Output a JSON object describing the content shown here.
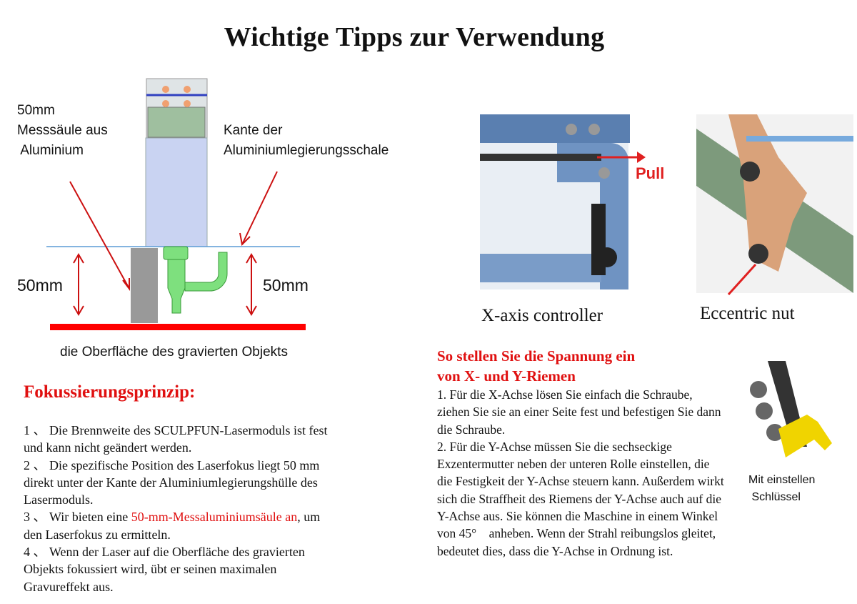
{
  "title": "Wichtige Tipps zur Verwendung",
  "diagram": {
    "label_column": [
      "50mm",
      "Messsäule aus",
      " Aluminium"
    ],
    "label_edge": [
      "Kante der",
      "Aluminiumlegierungsschale"
    ],
    "dim_left": "50mm",
    "dim_right": "50mm",
    "surface_label": "die Oberfläche des gravierten Objekts"
  },
  "focus": {
    "heading": "Fokussierungsprinzip:",
    "items": [
      {
        "prefix": "1 、 Die Brennweite des SCULPFUN-Lasermoduls ist fest und kann nicht geändert werden.",
        "highlight": "",
        "suffix": ""
      },
      {
        "prefix": "2 、 Die spezifische Position des Laserfokus liegt 50 mm direkt unter der Kante der Aluminiumlegierungshülle des Lasermoduls.",
        "highlight": "",
        "suffix": ""
      },
      {
        "prefix": "3 、 Wir bieten eine ",
        "highlight": "50-mm-Messaluminiumsäule an",
        "suffix": ", um den Laserfokus zu ermitteln."
      },
      {
        "prefix": "4 、 Wenn der Laser auf die Oberfläche des gravierten Objekts fokussiert wird, übt er seinen maximalen Gravureffekt aus.",
        "highlight": "",
        "suffix": ""
      }
    ]
  },
  "photos": {
    "pull_label": "Pull",
    "x_axis_caption": "X-axis controller",
    "eccentric_caption": "Eccentric nut",
    "wrench_caption": [
      "Mit einstellen",
      " Schlüssel"
    ]
  },
  "tension": {
    "heading": [
      "So stellen Sie die Spannung ein",
      "von X- und Y-Riemen"
    ],
    "items": [
      "1. Für die X-Achse lösen Sie einfach die Schraube, ziehen Sie sie an einer Seite fest und befestigen Sie dann die Schraube.",
      "2. Für die Y-Achse müssen Sie die sechseckige Exzentermutter neben der unteren Rolle einstellen, die die Festigkeit der Y-Achse steuern kann. Außerdem wirkt sich die Straffheit des Riemens der Y-Achse auch auf die Y-Achse aus. Sie können die Maschine in einem Winkel von 45°　anheben. Wenn der Strahl reibungslos gleitet, bedeutet dies, dass die Y-Achse in Ordnung ist."
    ]
  },
  "colors": {
    "accent_red": "#e01010",
    "column_blue": "#c9d3f2",
    "nozzle_green": "#7ee07e",
    "frame_blue": "#5a7fb0"
  }
}
